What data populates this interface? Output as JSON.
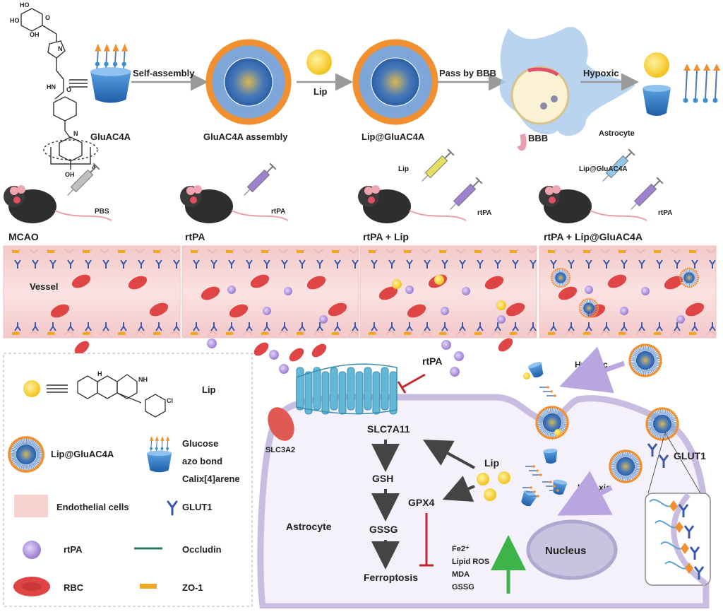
{
  "top_row": {
    "self_assembly": "Self-assembly",
    "glu_ac4a": "GluAC4A",
    "glu_ac4a_assembly": "GluAC4A assembly",
    "lip_arrow": "Lip",
    "lip_at_glu": "Lip@GluAC4A",
    "pass_bbb": "Pass by BBB",
    "bbb": "BBB",
    "astrocyte_small": "Astrocyte",
    "hypoxic": "Hypoxic",
    "subscript_4": "4"
  },
  "groups": [
    {
      "label": "MCAO",
      "syringes": [
        "PBS"
      ]
    },
    {
      "label": "rtPA",
      "syringes": [
        "rtPA"
      ]
    },
    {
      "label": "rtPA + Lip",
      "syringes": [
        "Lip",
        "rtPA"
      ]
    },
    {
      "label": "rtPA + Lip@GluAC4A",
      "syringes": [
        "Lip@GluAC4A",
        "rtPA"
      ]
    }
  ],
  "vessel_label": "Vessel",
  "legend": {
    "lip": "Lip",
    "lip_at_glu": "Lip@GluAC4A",
    "glucose": "Glucose",
    "azo": "azo bond",
    "calix": "Calix[4]arene",
    "endothelial": "Endothelial cells",
    "glut1": "GLUT1",
    "rtpa": "rtPA",
    "occludin": "Occludin",
    "rbc": "RBC",
    "zo1": "ZO-1"
  },
  "cell": {
    "rtpa": "rtPA",
    "slc3a2": "SLC3A2",
    "slc7a11": "SLC7A11",
    "gsh": "GSH",
    "gpx4": "GPX4",
    "gssg": "GSSG",
    "ferroptosis": "Ferroptosis",
    "lip": "Lip",
    "astrocyte": "Astrocyte",
    "nucleus": "Nucleus",
    "hypoxic_1": "Hypoxic",
    "hypoxic_2": "Hypoxic",
    "glut1": "GLUT1",
    "markers": [
      "Fe2⁺",
      "Lipid ROS",
      "MDA",
      "GSSG"
    ]
  },
  "colors": {
    "lip_yellow": "#f2c21b",
    "rtpa_purple": "#9a7ad0",
    "rbc_red": "#e04545",
    "glut1_blue": "#3a5aa8",
    "calix_blue": "#3f86d0",
    "glucose_orange": "#f09030",
    "endothelial_pink": "#f7d2cf",
    "occludin_green": "#2c7a5a",
    "zo1_orange": "#f0a820",
    "inhibit_red": "#c0282d",
    "up_green": "#3cb44a",
    "membrane_lilac": "#c8bde0",
    "cell_fill": "#f4f1fa"
  }
}
